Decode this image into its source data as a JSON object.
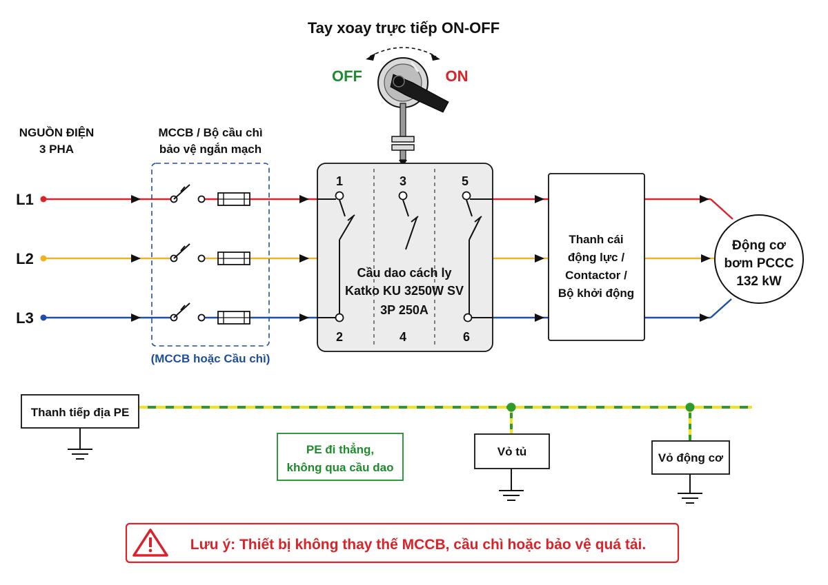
{
  "colors": {
    "l1": "#d9232a",
    "l2": "#f2b21a",
    "l3": "#1f4ea8",
    "pe_green": "#2e9a2e",
    "pe_yellow": "#f2e21a",
    "warning": "#d9232a",
    "accent_green": "#1f8a2e",
    "accent_blue": "#1f4e9b",
    "box_fill": "#ececec"
  },
  "title": {
    "handle": "Tay xoay trực tiếp ON-OFF",
    "off": "OFF",
    "on": "ON"
  },
  "source": {
    "line1": "NGUỒN ĐIỆN",
    "line2": "3 PHA",
    "phases": [
      "L1",
      "L2",
      "L3"
    ]
  },
  "protection": {
    "line1": "MCCB / Bộ cầu chì",
    "line2": "bảo vệ ngắn mạch",
    "caption": "(MCCB hoặc Cầu chì)"
  },
  "isolator": {
    "top_terminals": [
      "1",
      "3",
      "5"
    ],
    "bottom_terminals": [
      "2",
      "4",
      "6"
    ],
    "line1": "Cầu dao cách ly",
    "line2": "Katko KU 3250W SV",
    "line3": "3P 250A"
  },
  "busbar": {
    "line1": "Thanh cái",
    "line2": "động lực /",
    "line3": "Contactor /",
    "line4": "Bộ khởi động"
  },
  "motor": {
    "line1": "Động cơ",
    "line2": "bơm PCCC",
    "line3": "132 kW"
  },
  "earthing": {
    "pe_bar": "Thanh tiếp địa PE",
    "note1": "PE đi thẳng,",
    "note2": "không qua cầu dao",
    "cabinet": "Vỏ tủ",
    "motor_frame": "Vỏ động cơ"
  },
  "warning": {
    "icon": "warning-triangle-icon",
    "text": "Lưu ý: Thiết bị không thay thế MCCB, cầu chì hoặc bảo vệ quá tải."
  }
}
